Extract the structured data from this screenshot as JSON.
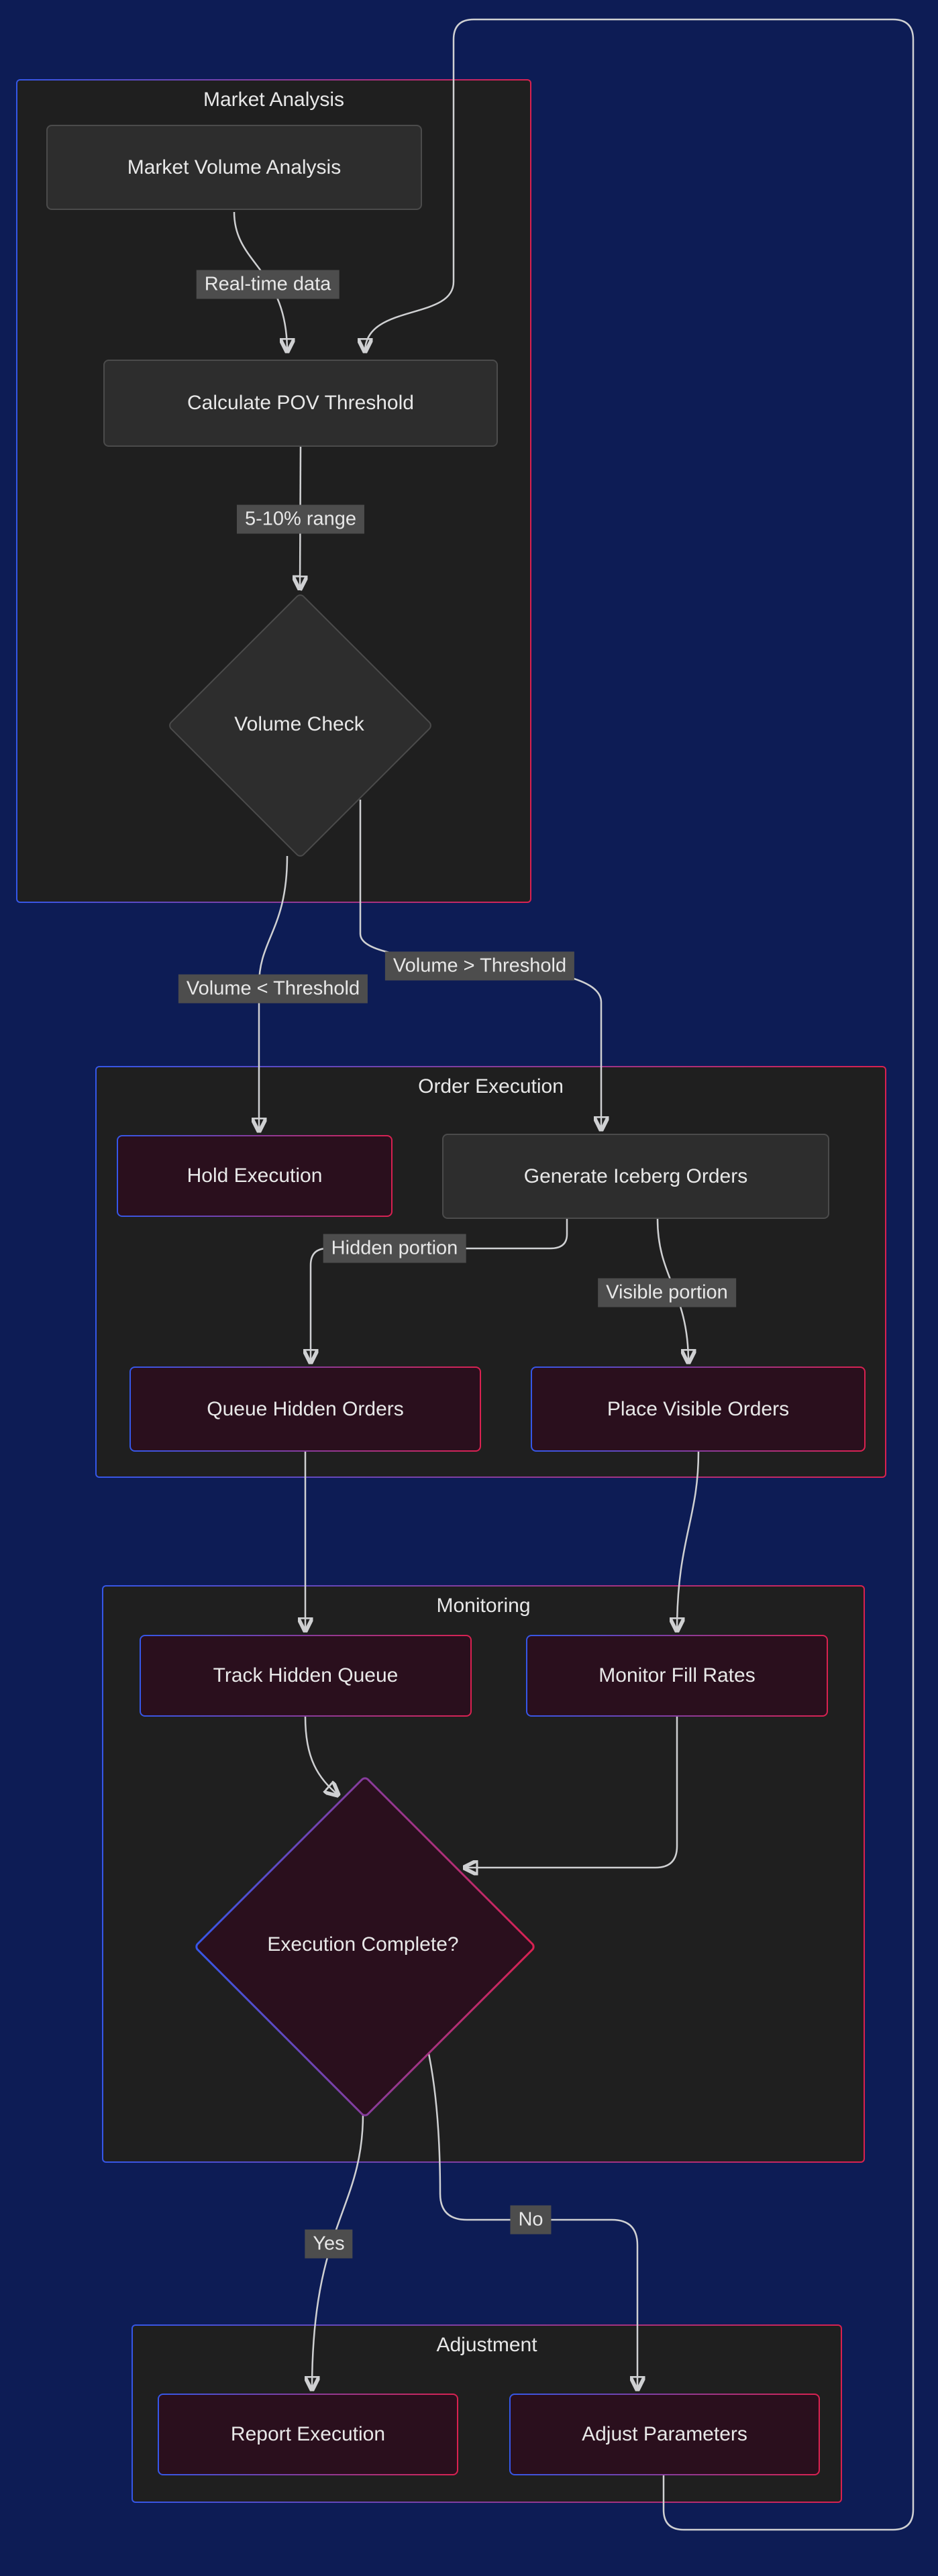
{
  "diagram": {
    "type": "flowchart",
    "colors": {
      "bg": "#0d1c55",
      "panel": "#1f1f1f",
      "node-gray": "#2d2d2d",
      "node-gray-border": "#4b4b4b",
      "node-accent-fill": "#2a0f1d",
      "accent-blue": "#3557e8",
      "accent-red": "#d92150",
      "edge": "#cfd0d2",
      "label-bg": "#4d4d4d",
      "text": "#e8e8e8"
    },
    "subgraphs": {
      "market_analysis": {
        "title": "Market Analysis"
      },
      "order_execution": {
        "title": "Order Execution"
      },
      "monitoring": {
        "title": "Monitoring"
      },
      "adjustment": {
        "title": "Adjustment"
      }
    },
    "nodes": {
      "market_volume_analysis": "Market Volume Analysis",
      "calculate_pov_threshold": "Calculate POV Threshold",
      "volume_check": "Volume Check",
      "hold_execution": "Hold Execution",
      "generate_iceberg_orders": "Generate Iceberg Orders",
      "queue_hidden_orders": "Queue Hidden Orders",
      "place_visible_orders": "Place Visible Orders",
      "track_hidden_queue": "Track Hidden Queue",
      "monitor_fill_rates": "Monitor Fill Rates",
      "execution_complete": "Execution Complete?",
      "report_execution": "Report Execution",
      "adjust_parameters": "Adjust Parameters"
    },
    "edge_labels": {
      "real_time_data": "Real-time data",
      "range": "5-10% range",
      "volume_gt": "Volume > Threshold",
      "volume_lt": "Volume < Threshold",
      "hidden_portion": "Hidden portion",
      "visible_portion": "Visible portion",
      "yes": "Yes",
      "no": "No"
    }
  }
}
